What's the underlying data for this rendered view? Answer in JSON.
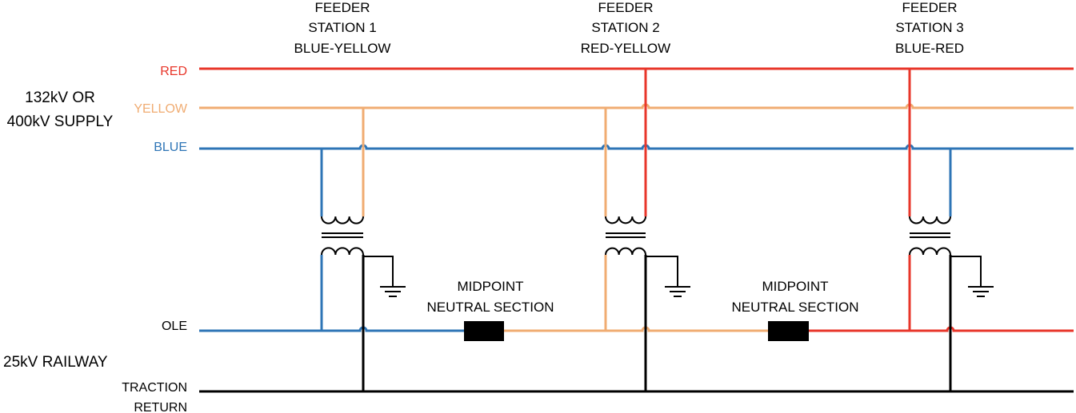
{
  "supply": {
    "label_line1": "132kV OR",
    "label_line2": "400kV SUPPLY",
    "phases": [
      {
        "label": "RED",
        "color": "#e8362a"
      },
      {
        "label": "YELLOW",
        "color": "#f0ac72"
      },
      {
        "label": "BLUE",
        "color": "#2e75b6"
      }
    ]
  },
  "railway": {
    "label": "25kV RAILWAY",
    "ole_label": "OLE",
    "return_line1": "TRACTION",
    "return_line2": "RETURN",
    "return_color": "#000000"
  },
  "feeders": [
    {
      "line1": "FEEDER",
      "line2": "STATION 1",
      "line3": "BLUE-YELLOW"
    },
    {
      "line1": "FEEDER",
      "line2": "STATION 2",
      "line3": "RED-YELLOW"
    },
    {
      "line1": "FEEDER",
      "line2": "STATION 3",
      "line3": "BLUE-RED"
    }
  ],
  "neutral_sections": [
    {
      "line1": "MIDPOINT",
      "line2": "NEUTRAL SECTION"
    },
    {
      "line1": "MIDPOINT",
      "line2": "NEUTRAL SECTION"
    }
  ]
}
